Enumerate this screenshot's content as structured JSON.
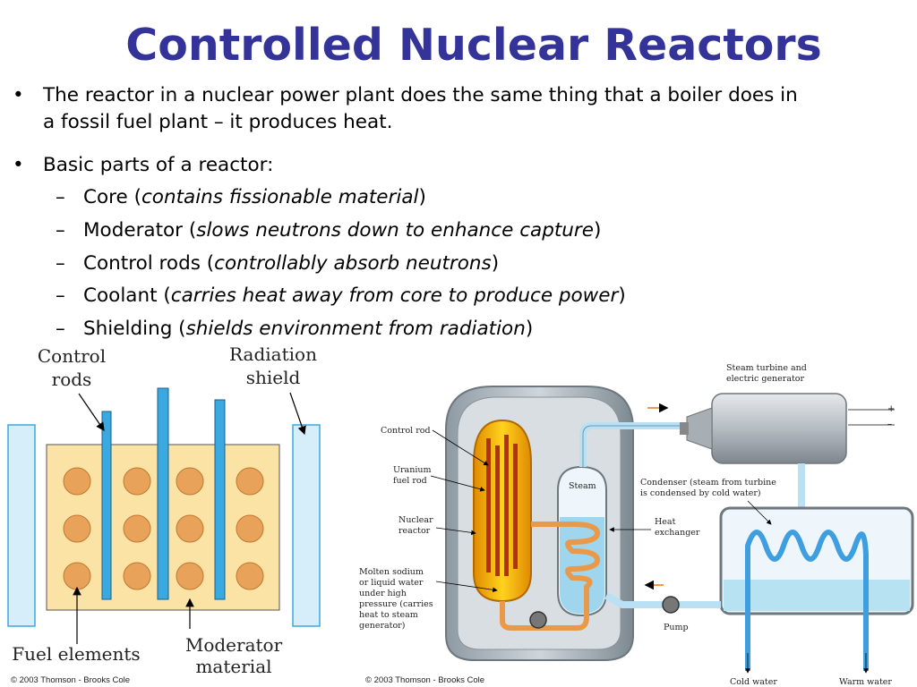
{
  "title": "Controlled Nuclear Reactors",
  "bullets": [
    {
      "line1": "The reactor in a nuclear power plant does the same thing that a boiler does in",
      "line2": "a fossil fuel plant – it produces heat."
    },
    {
      "text": "Basic parts of a reactor:"
    }
  ],
  "parts": [
    {
      "name": "Core (",
      "desc": "contains fissionable material",
      "close": ")"
    },
    {
      "name": "Moderator (",
      "desc": "slows neutrons down to enhance capture",
      "close": ")"
    },
    {
      "name": "Control rods (",
      "desc": "controllably absorb neutrons",
      "close": ")"
    },
    {
      "name": "Coolant (",
      "desc": "carries heat away from core to produce power",
      "close": ")"
    },
    {
      "name": "Shielding (",
      "desc": "shields environment from radiation",
      "close": ")"
    }
  ],
  "left_diagram": {
    "labels": {
      "control_rods_1": "Control",
      "control_rods_2": "rods",
      "radiation_shield_1": "Radiation",
      "radiation_shield_2": "shield",
      "fuel_elements": "Fuel elements",
      "moderator_1": "Moderator",
      "moderator_2": "material"
    },
    "copyright": "© 2003 Thomson - Brooks Cole",
    "colors": {
      "moderator": "#fbe3a6",
      "fuel": "#e8a25a",
      "rod": "#3aa9e0",
      "shield": "#d6eefa"
    }
  },
  "right_diagram": {
    "labels": {
      "control_rod": "Control rod",
      "uranium_1": "Uranium",
      "uranium_2": "fuel rod",
      "nuclear_1": "Nuclear",
      "nuclear_2": "reactor",
      "molten_1": "Molten sodium",
      "molten_2": "or liquid water",
      "molten_3": "under high",
      "molten_4": "pressure (carries",
      "molten_5": "heat to steam",
      "molten_6": "generator)",
      "steam": "Steam",
      "turbine_1": "Steam turbine and",
      "turbine_2": "electric generator",
      "condenser_1": "Condenser (steam from turbine",
      "condenser_2": "is condensed by cold water)",
      "heat_1": "Heat",
      "heat_2": "exchanger",
      "pump": "Pump",
      "cold_water": "Cold water",
      "warm_water": "Warm water",
      "plus": "+",
      "minus": "–"
    },
    "copyright": "© 2003 Thomson - Brooks Cole"
  }
}
